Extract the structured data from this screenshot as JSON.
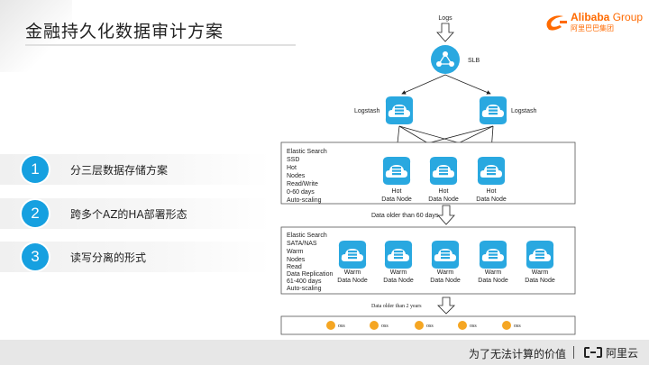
{
  "slide": {
    "title": "金融持久化数据审计方案",
    "brand": {
      "name": "Alibaba",
      "group": "Group",
      "sub": "阿里巴巴集团"
    },
    "items": [
      {
        "num": "1",
        "text": "分三层数据存储方案"
      },
      {
        "num": "2",
        "text": "跨多个AZ的HA部署形态"
      },
      {
        "num": "3",
        "text": "读写分离的形式"
      }
    ],
    "footer": {
      "slogan": "为了无法计算的价值",
      "brand": "阿里云"
    }
  },
  "diagram": {
    "logs": "Logs",
    "slb": "SLB",
    "logstash_left": "Logstash",
    "logstash_right": "Logstash",
    "hot_box_lines": [
      "Elastic Search",
      "SSD",
      "Hot",
      "Nodes",
      "Read/Write",
      "0-60 days",
      "Auto-scaling"
    ],
    "hot_node_lines": [
      "Hot",
      "Data Node"
    ],
    "transfer1": "Data older than 60 days",
    "warm_box_lines": [
      "Elastic Search",
      "SATA/NAS",
      "Warm",
      "Nodes",
      "Read",
      "Data Replication",
      "61-400 days",
      "Auto-scaling"
    ],
    "warm_node_lines": [
      "Warm",
      "Data Node"
    ],
    "transfer2": "Data older than 2 years",
    "oss_label": "oss",
    "colors": {
      "accent": "#16a0e0",
      "node": "#29a8e0",
      "oss": "#f5a623"
    }
  }
}
